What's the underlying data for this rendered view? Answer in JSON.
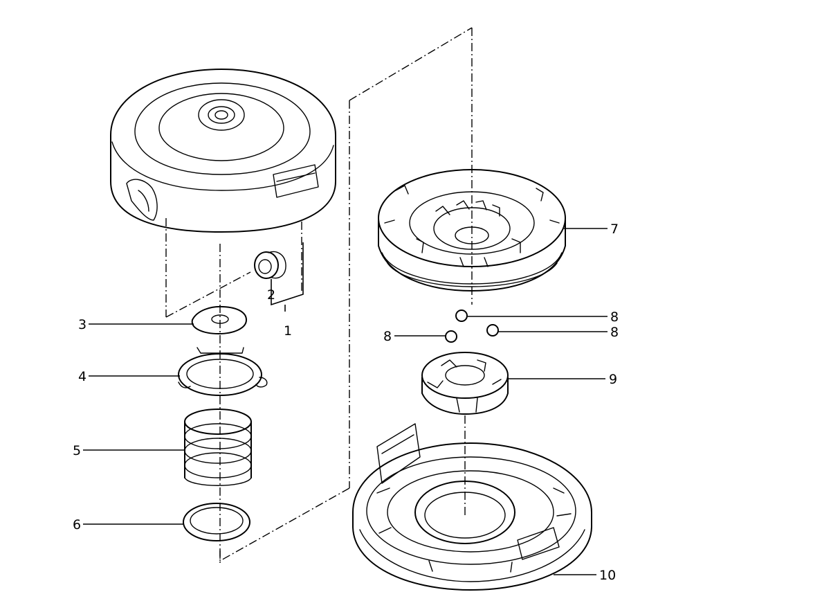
{
  "callouts": {
    "c1": "1",
    "c2": "2",
    "c3": "3",
    "c4": "4",
    "c5": "5",
    "c6": "6",
    "c7": "7",
    "c8a": "8",
    "c8b": "8",
    "c8c": "8",
    "c9": "9",
    "c10": "10"
  }
}
